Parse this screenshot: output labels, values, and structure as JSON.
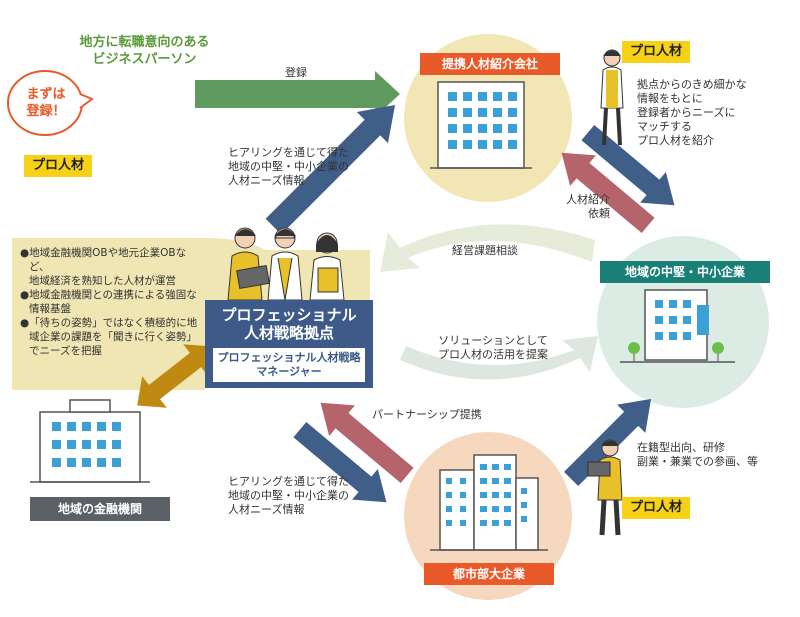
{
  "header": {
    "title_line1": "地方に転職意向のある",
    "title_line2": "ビジネスパーソン"
  },
  "bubble": {
    "line1": "まずは",
    "line2": "登録！"
  },
  "badges": {
    "pro_left": "プロ人材",
    "pro_top_right": "プロ人材",
    "pro_bottom_right": "プロ人材",
    "agency": "提携人材紹介会社",
    "sme": "地域の中堅・中小企業",
    "bank": "地域の金融機関",
    "bigcorp": "都市部大企業"
  },
  "hub": {
    "title_line1": "プロフェッショナル",
    "title_line2": "人材戦略拠点",
    "sub_line1": "プロフェッショナル人材戦略",
    "sub_line2": "マネージャー"
  },
  "bullets": [
    "●地域金融機関OBや地元企業OBなど、地域経済を熟知した人材が運営",
    "●地域金融機関との連携による強固な情報基盤",
    "●「待ちの姿勢」ではなく積極的に地域企業の課題を「聞きに行く姿勢」でニーズを把握"
  ],
  "bullet_lines": [
    [
      "●地域金融機関OBや地元企業OBなど、",
      "地域経済を熟知した人材が運営"
    ],
    [
      "●地域金融機関との連携による強固な",
      "情報基盤"
    ],
    [
      "●「待ちの姿勢」ではなく積極的に地",
      "域企業の課題を「聞きに行く姿勢」",
      "でニーズを把握"
    ]
  ],
  "labels": {
    "register": "登録",
    "hearing_top_1": "ヒアリングを通じて得た",
    "hearing_top_2": "地域の中堅・中小企業の",
    "hearing_top_3": "人材ニーズ情報",
    "agency_desc_1": "拠点からのきめ細かな",
    "agency_desc_2": "情報をもとに",
    "agency_desc_3": "登録者からニーズに",
    "agency_desc_4": "マッチする",
    "agency_desc_5": "プロ人材を紹介",
    "referral_req_1": "人材紹介",
    "referral_req_2": "依頼",
    "consult": "経営課題相談",
    "solution_1": "ソリューションとして",
    "solution_2": "プロ人材の活用を提案",
    "partnership": "パートナーシップ提携",
    "hearing_bottom_1": "ヒアリングを通じて得た",
    "hearing_bottom_2": "地域の中堅・中小企業の",
    "hearing_bottom_3": "人材ニーズ情報",
    "secondment_1": "在籍型出向、研修",
    "secondment_2": "副業・兼業での参画、等"
  },
  "colors": {
    "green_arrow": "#5f9a5f",
    "blue_arrow": "#3f5e88",
    "red_arrow": "#b4646a",
    "gold_arrow": "#c08a12",
    "agency_circle": "#f1e6b4",
    "sme_circle": "#dcebe4",
    "bigcorp_circle": "#f5d8bd",
    "panel": "#efe6b4"
  }
}
